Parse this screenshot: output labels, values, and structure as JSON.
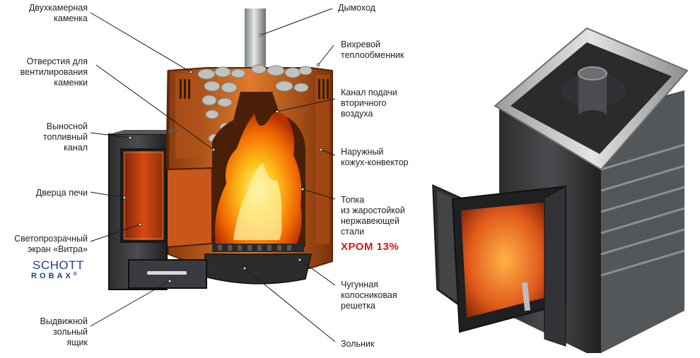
{
  "labels": {
    "double_chamber": "Двухкамерная\nкаменка",
    "vent_holes": "Отверстия для\nвентилирования\nкаменки",
    "fuel_channel": "Выносной\nтопливный\nканал",
    "door": "Дверца печи",
    "glass_screen": "Светопрозрачный\nэкран «Витра»",
    "ash_drawer": "Выдвижной\nзольный\nящик",
    "chimney": "Дымоход",
    "vortex_exchanger": "Вихревой\nтеплообменник",
    "secondary_air": "Канал подачи\nвторичного\nвоздуха",
    "outer_casing": "Наружный\nкожух-конвектор",
    "firebox": "Топка\nиз жаростойкой\nнержавеющей\nстали",
    "cast_grate": "Чугунная\nколосниковая\nрешетка",
    "ash_pan": "Зольник"
  },
  "accent_text": "ХРОМ 13%",
  "brand": {
    "line1": "SCHOTT",
    "line2": "ROBAX",
    "reg": "®"
  },
  "colors": {
    "accent": "#d6181e",
    "brand": "#1f3f8a",
    "casing": "#c8641e",
    "steel": "#9ea0a2"
  }
}
